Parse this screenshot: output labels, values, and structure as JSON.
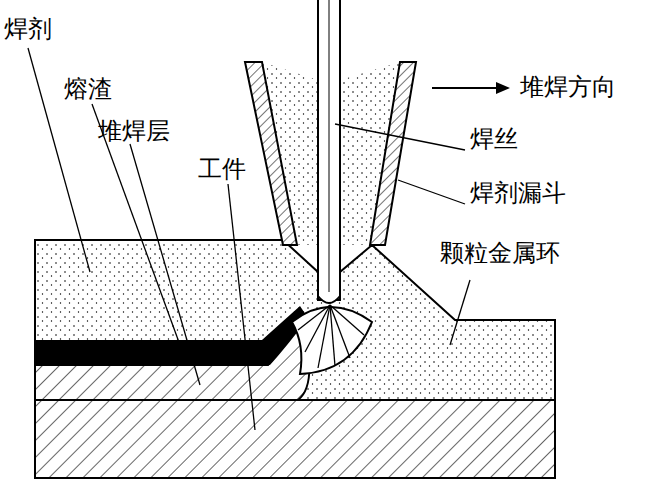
{
  "diagram": {
    "labels": [
      "焊剂",
      "熔渣",
      "堆焊层",
      "工件",
      "堆焊方向",
      "焊丝",
      "焊剂漏斗",
      "颗粒金属环"
    ]
  }
}
